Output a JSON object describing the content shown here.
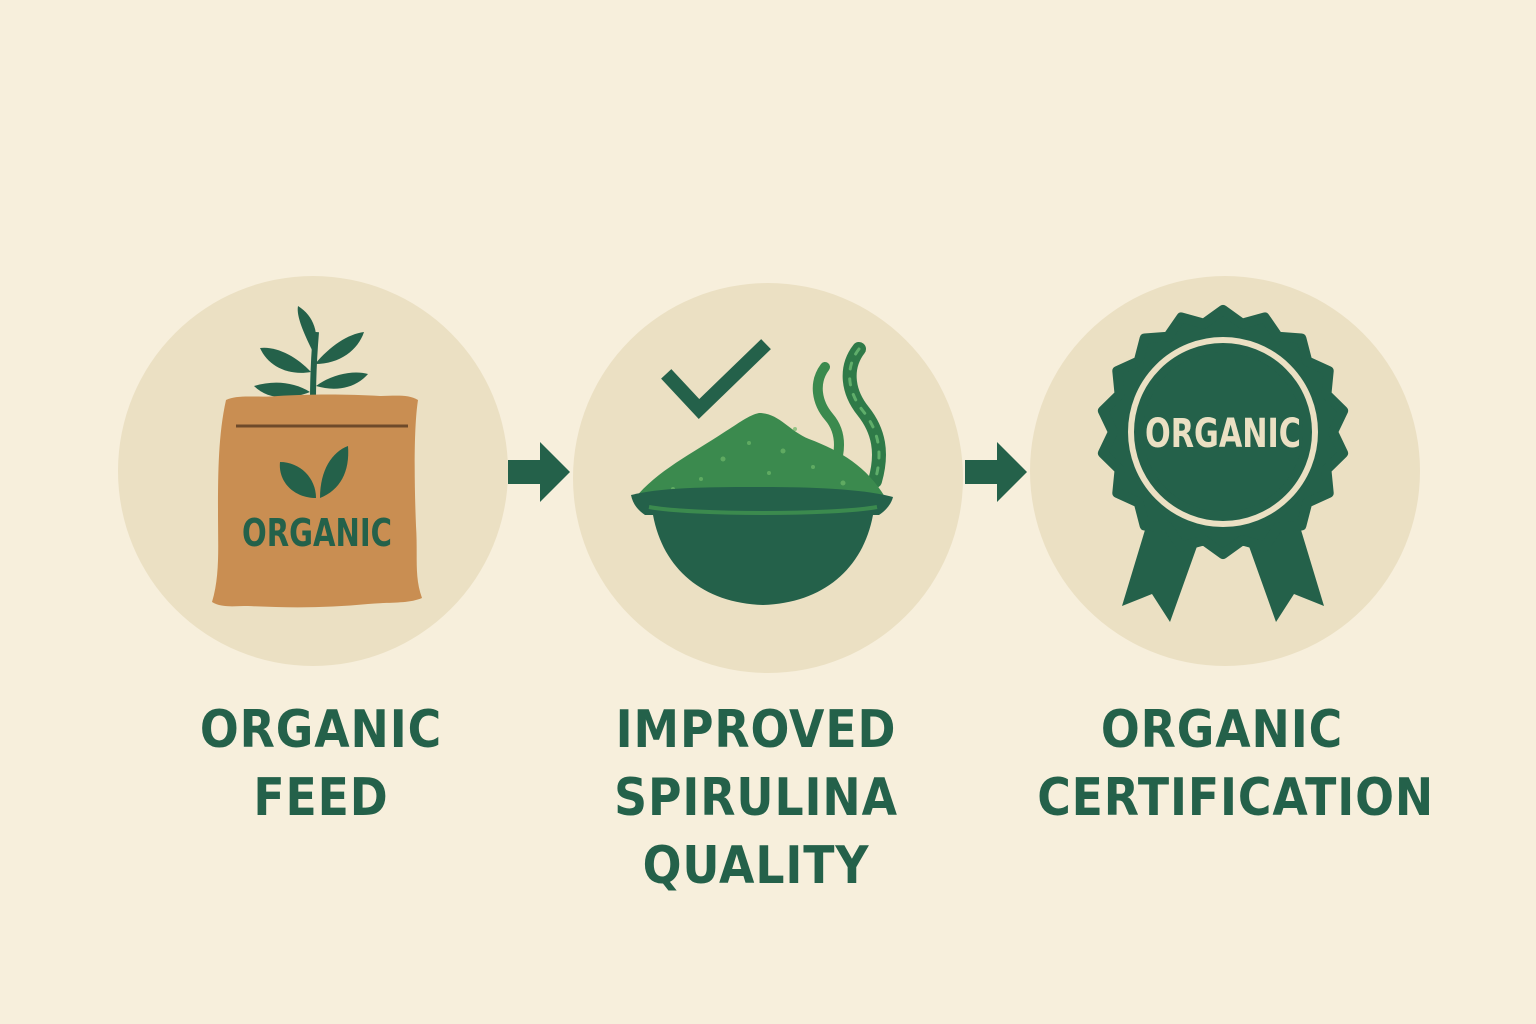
{
  "steps": [
    {
      "icon": "organic-feed-bag-icon",
      "badge_label": "ORGANIC",
      "caption_lines": [
        "ORGANIC",
        "FEED"
      ]
    },
    {
      "icon": "spirulina-bowl-icon",
      "badge_label": "",
      "caption_lines": [
        "IMPROVED",
        "SPIRULINA",
        "QUALITY"
      ]
    },
    {
      "icon": "certification-rosette-icon",
      "badge_label": "ORGANIC",
      "caption_lines": [
        "ORGANIC",
        "CERTIFICATION"
      ]
    }
  ],
  "colors": {
    "background": "#f7efdc",
    "circle": "#ebe0c3",
    "dark_green": "#24614a",
    "mid_green": "#3b8a4e",
    "bag_brown": "#c98e52"
  }
}
